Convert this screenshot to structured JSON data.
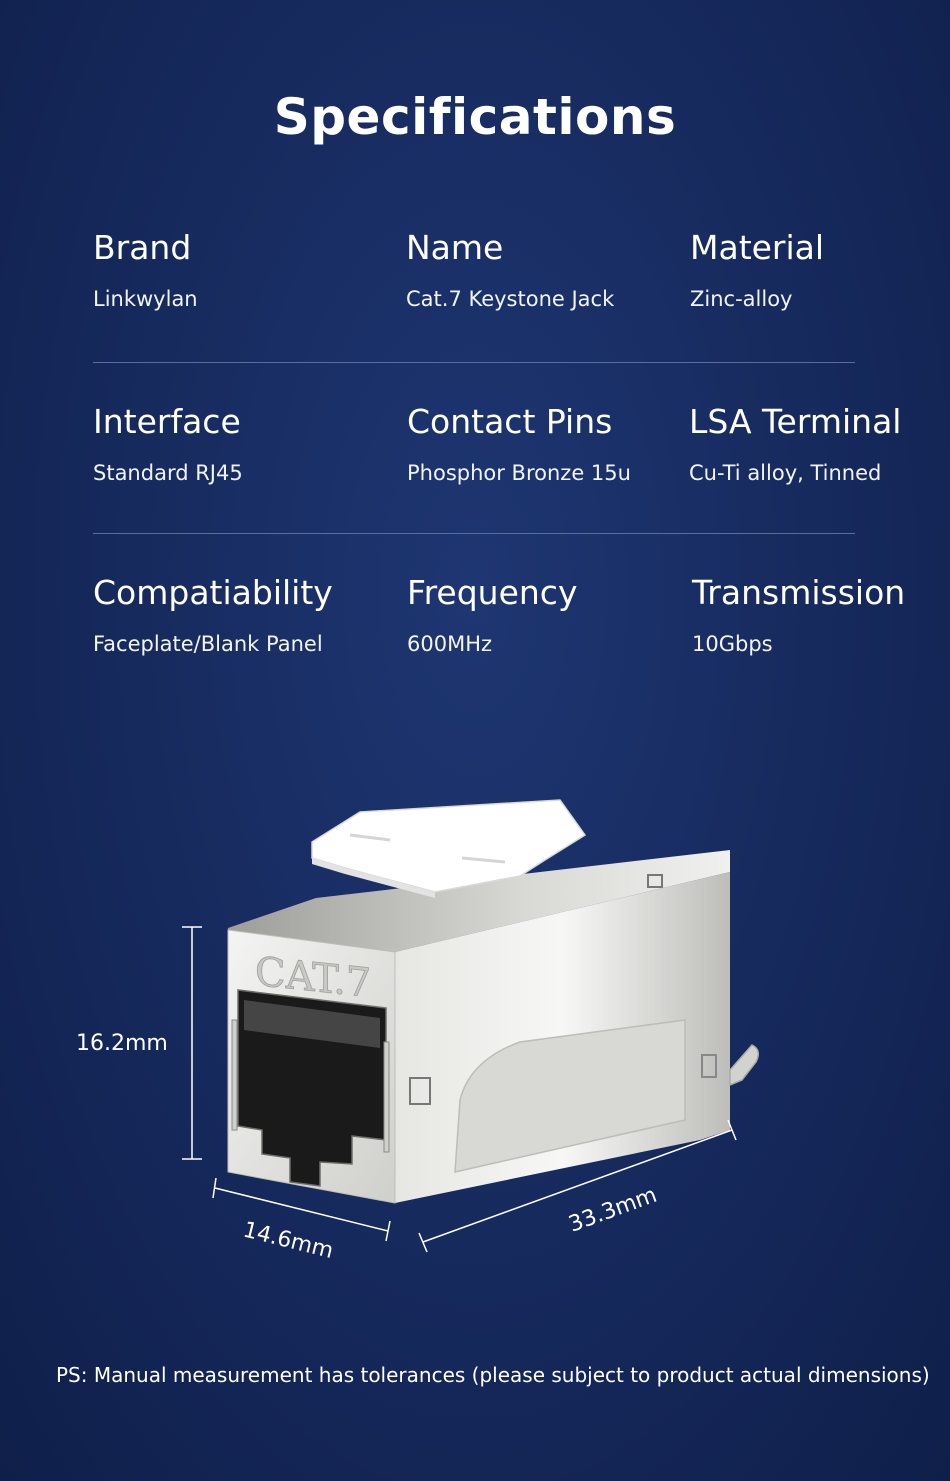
{
  "title": "Specifications",
  "specs": [
    [
      {
        "label": "Brand",
        "value": "Linkwylan"
      },
      {
        "label": "Name",
        "value": "Cat.7 Keystone Jack"
      },
      {
        "label": "Material",
        "value": "Zinc-alloy"
      }
    ],
    [
      {
        "label": "Interface",
        "value": "Standard RJ45"
      },
      {
        "label": "Contact Pins",
        "value": "Phosphor Bronze 15u"
      },
      {
        "label": "LSA Terminal",
        "value": "Cu-Ti alloy, Tinned"
      }
    ],
    [
      {
        "label": "Compatiability",
        "value": "Faceplate/Blank Panel"
      },
      {
        "label": "Frequency",
        "value": "600MHz"
      },
      {
        "label": "Transmission",
        "value": "10Gbps"
      }
    ]
  ],
  "product": {
    "engraving": "CAT.7",
    "dimensions": {
      "height": "16.2mm",
      "width": "14.6mm",
      "length": "33.3mm"
    }
  },
  "ps_note": "PS:  Manual measurement has tolerances (please subject to product actual dimensions)"
}
